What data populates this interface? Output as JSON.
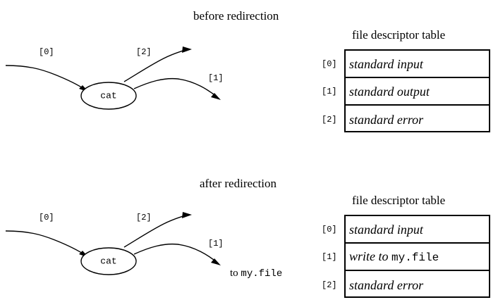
{
  "diagram": {
    "title_top": "before redirection",
    "title_bottom": "after redirection",
    "table_heading": "file descriptor table",
    "process_name": "cat",
    "fd_labels": {
      "zero": "[0]",
      "one": "[1]",
      "two": "[2]"
    },
    "redirect_note": {
      "prefix": "to",
      "file": "my.file"
    }
  },
  "before": {
    "title": "before redirection",
    "table_heading": "file descriptor table",
    "process": "cat",
    "arrows": [
      {
        "label": "[0]",
        "name": "stdin-arrow",
        "direction": "into-process"
      },
      {
        "label": "[2]",
        "name": "stderr-arrow",
        "direction": "out-of-process"
      },
      {
        "label": "[1]",
        "name": "stdout-arrow",
        "direction": "out-of-process"
      }
    ],
    "table_rows": [
      {
        "index": "[0]",
        "value": "standard input",
        "mono": ""
      },
      {
        "index": "[1]",
        "value": "standard output",
        "mono": ""
      },
      {
        "index": "[2]",
        "value": "standard error",
        "mono": ""
      }
    ]
  },
  "after": {
    "title": "after redirection",
    "table_heading": "file descriptor table",
    "process": "cat",
    "note_prefix": "to",
    "note_file": "my.file",
    "arrows": [
      {
        "label": "[0]",
        "name": "stdin-arrow",
        "direction": "into-process"
      },
      {
        "label": "[2]",
        "name": "stderr-arrow",
        "direction": "out-of-process"
      },
      {
        "label": "[1]",
        "name": "stdout-arrow",
        "direction": "out-of-process"
      }
    ],
    "table_rows": [
      {
        "index": "[0]",
        "value": "standard input",
        "mono": ""
      },
      {
        "index": "[1]",
        "value": "write to ",
        "mono": "my.file"
      },
      {
        "index": "[2]",
        "value": "standard error",
        "mono": ""
      }
    ]
  },
  "colors": {
    "background": "#ffffff",
    "ink": "#000000"
  }
}
